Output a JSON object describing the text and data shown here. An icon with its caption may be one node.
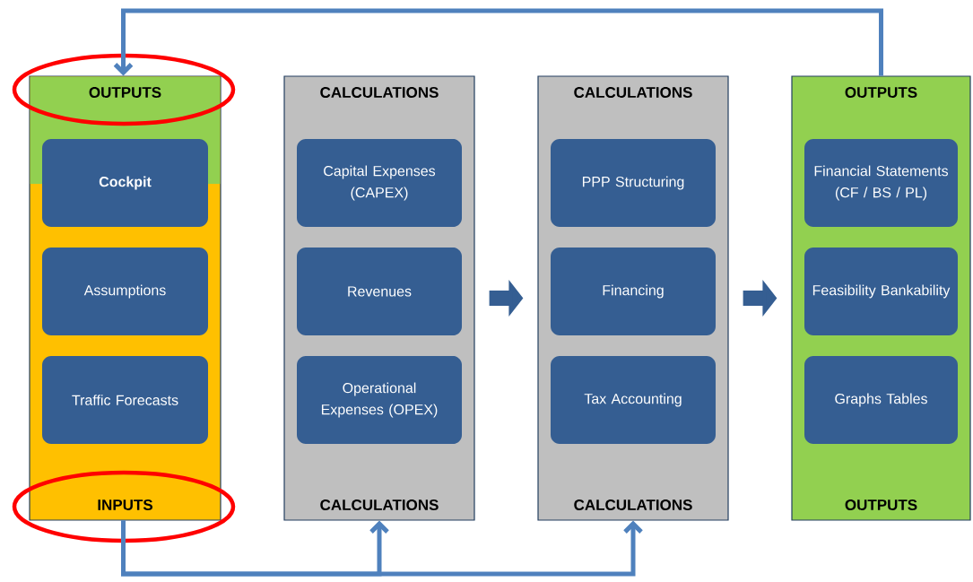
{
  "diagram": {
    "nodes": [
      {
        "text": [
          "OUTPUTS",
          "INPUTS"
        ]
      },
      {
        "text": [
          "Cockpit"
        ],
        "in": 0
      },
      {
        "text": [
          "Assumptions"
        ],
        "in": 0
      },
      {
        "text": [
          "Traffic Forecasts"
        ],
        "in": 0
      },
      {
        "text": [
          "CALCULATIONS",
          "CALCULATIONS"
        ]
      },
      {
        "text": [
          "Capital Expenses (CAPEX)"
        ],
        "in": 4
      },
      {
        "text": [
          "Revenues"
        ],
        "in": 4
      },
      {
        "text": [
          "Operational Expenses (OPEX)"
        ],
        "in": 4
      },
      {
        "text": [
          "CALCULATIONS",
          "CALCULATIONS"
        ]
      },
      {
        "text": [
          "PPP Structuring"
        ],
        "in": 8
      },
      {
        "text": [
          "Financing"
        ],
        "in": 8
      },
      {
        "text": [
          "Tax Accounting"
        ],
        "in": 8
      },
      {
        "text": [
          "OUTPUTS",
          "OUTPUTS"
        ]
      },
      {
        "text": [
          "Financial Statements (CF / BS / PL)"
        ],
        "in": 12
      },
      {
        "text": [
          "Feasibility Bankability"
        ],
        "in": 12
      },
      {
        "text": [
          "Graphs Tables"
        ],
        "in": 12
      }
    ],
    "edges": [
      {
        "from": 12,
        "to": 0,
        "arrow": "to"
      },
      {
        "from": 0,
        "to": 4,
        "arrow": "to"
      },
      {
        "from": 0,
        "to": 8,
        "arrow": "to"
      },
      {
        "from": 4,
        "to": 8,
        "arrow": "to",
        "style": "thick"
      },
      {
        "from": 8,
        "to": 12,
        "arrow": "to",
        "style": "thick"
      }
    ]
  }
}
